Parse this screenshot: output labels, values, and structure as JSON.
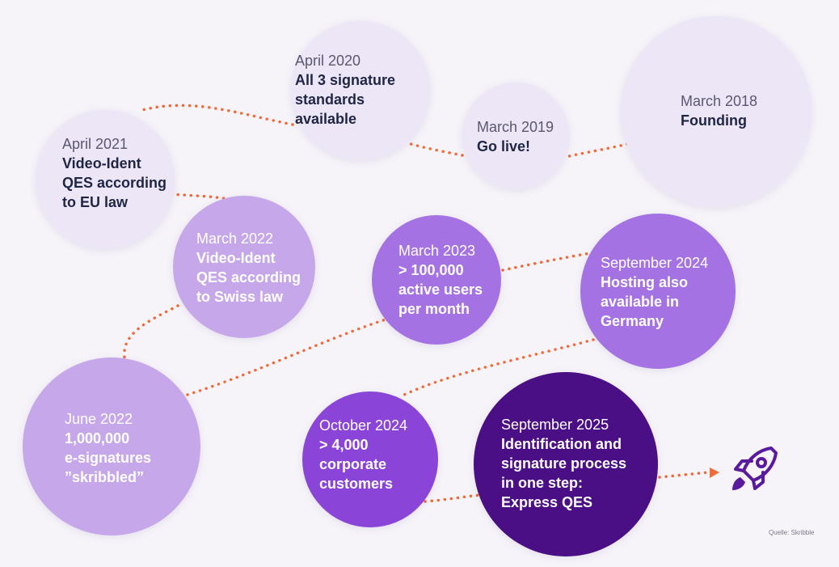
{
  "milestones": [
    {
      "id": "2018-03",
      "date": "March 2018",
      "title": "Founding",
      "tone": "pale"
    },
    {
      "id": "2019-03",
      "date": "March 2019",
      "title": "Go live!",
      "tone": "pale"
    },
    {
      "id": "2020-04",
      "date": "April 2020",
      "title": "All 3 signature\nstandards\navailable",
      "tone": "pale"
    },
    {
      "id": "2021-04",
      "date": "April 2021",
      "title": "Video-Ident\nQES according\nto EU law",
      "tone": "pale"
    },
    {
      "id": "2022-03",
      "date": "March 2022",
      "title": "Video-Ident\nQES according\nto Swiss law",
      "tone": "light"
    },
    {
      "id": "2022-06",
      "date": "June 2022",
      "title": "1,000,000\ne-signatures\n”skribbled”",
      "tone": "light"
    },
    {
      "id": "2023-03",
      "date": "March 2023",
      "title": "> 100,000\nactive users\nper month",
      "tone": "mid"
    },
    {
      "id": "2024-09",
      "date": "September 2024",
      "title": "Hosting also\navailable in\nGermany",
      "tone": "mid"
    },
    {
      "id": "2024-10",
      "date": "October 2024",
      "title": "> 4,000\ncorporate\ncustomers",
      "tone": "strong"
    },
    {
      "id": "2025-09",
      "date": "September 2025",
      "title": "Identification and\nsignature process\nin one step:\nExpress QES",
      "tone": "deep"
    }
  ],
  "colors": {
    "background": "#f6f4f9",
    "connector": "#f26a3a",
    "pale": "#ede6f6",
    "light": "#c5a7ea",
    "mid": "#a472e3",
    "strong": "#8a45d8",
    "deep": "#4a0f85",
    "rocket": "#5a1a9e"
  },
  "icons": {
    "end": "rocket-icon"
  },
  "source_note": "Quelle: Skribble"
}
